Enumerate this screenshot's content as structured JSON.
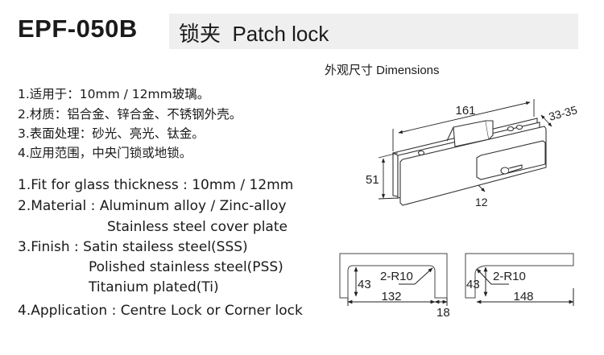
{
  "header": {
    "model": "EPF-050B",
    "title": "锁夹  Patch lock"
  },
  "dimensions_label": "外观尺寸 Dimensions",
  "specs_cn": [
    "1.适用于：10mm / 12mm玻璃。",
    "2.材质：铝合金、锌合金、不锈钢外壳。",
    "3.表面处理：砂光、亮光、钛金。",
    "4.应用范围，中央门锁或地锁。"
  ],
  "specs_en": [
    "1.Fit for glass thickness : 10mm / 12mm",
    "2.Material : Aluminum alloy / Zinc-alloy",
    "Stainless steel cover plate",
    "3.Finish : Satin stailess steel(SSS)",
    "Polished stainless steel(PSS)",
    "Titanium plated(Ti)",
    "4.Application : Centre Lock or Corner lock"
  ],
  "drawing": {
    "length": "161",
    "depth": "33-35",
    "height": "51",
    "offset": "12",
    "profile_left": {
      "height": "43",
      "radius": "2-R10",
      "width": "132",
      "gap": "18"
    },
    "profile_right": {
      "height": "43",
      "radius": "2-R10",
      "width": "148"
    }
  }
}
